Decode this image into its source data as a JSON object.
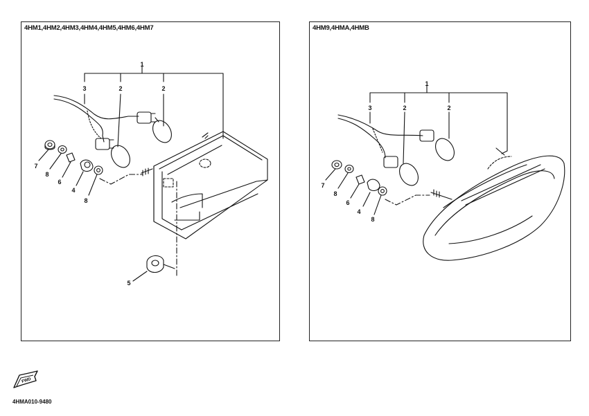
{
  "panels": [
    {
      "title": "4HM1,4HM2,4HM3,4HM4,4HM5,4HM6,4HM7",
      "callouts": [
        "1",
        "2",
        "2",
        "3",
        "4",
        "5",
        "6",
        "7",
        "8",
        "8"
      ]
    },
    {
      "title": "4HM9,4HMA,4HMB",
      "callouts": [
        "1",
        "2",
        "2",
        "3",
        "4",
        "6",
        "7",
        "8",
        "8"
      ]
    }
  ],
  "drawing_code": "4HMA010-9480",
  "front_arrow_label": "FWD",
  "icons": {
    "front-arrow": "front-direction-arrow-icon"
  }
}
